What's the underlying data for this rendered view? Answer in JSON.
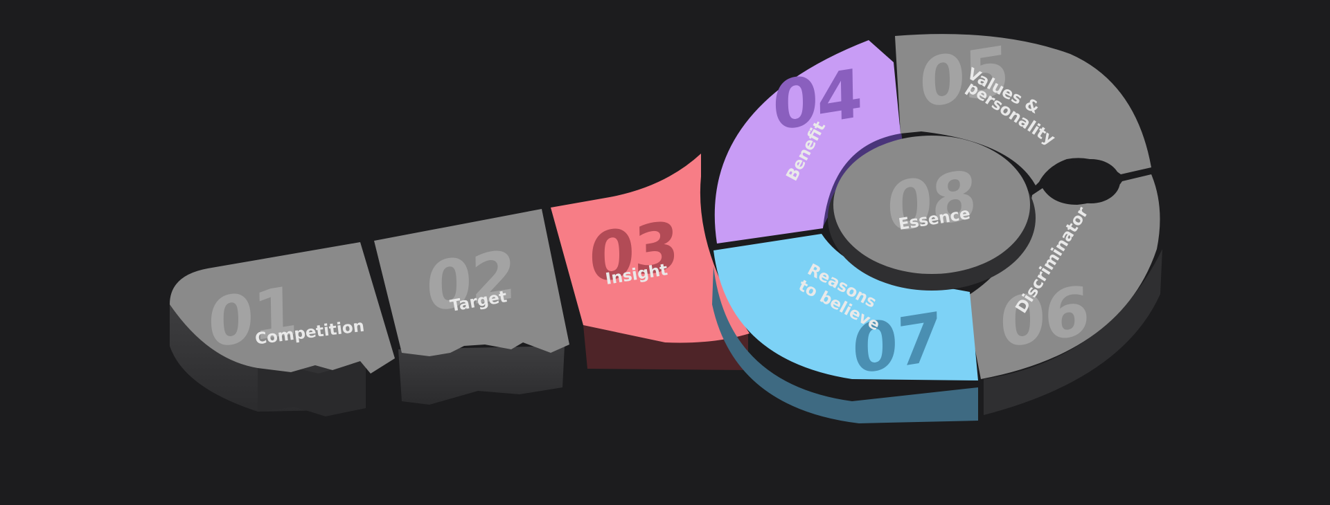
{
  "diagram": {
    "segments": [
      {
        "id": "competition",
        "number": "01",
        "label": "Competition",
        "color": "#8a8a8a"
      },
      {
        "id": "target",
        "number": "02",
        "label": "Target",
        "color": "#8a8a8a"
      },
      {
        "id": "insight",
        "number": "03",
        "label": "Insight",
        "color": "#f77d86"
      },
      {
        "id": "benefit",
        "number": "04",
        "label": "Benefit",
        "color": "#c89cf5"
      },
      {
        "id": "values",
        "number": "05",
        "label_lines": [
          "Values &",
          "personality"
        ],
        "color": "#8a8a8a"
      },
      {
        "id": "discriminator",
        "number": "06",
        "label": "Discriminator",
        "color": "#8a8a8a"
      },
      {
        "id": "reasons",
        "number": "07",
        "label_lines": [
          "Reasons",
          "to believe"
        ],
        "color": "#7dd2f6"
      },
      {
        "id": "essence",
        "number": "08",
        "label": "Essence",
        "color": "#8a8a8a"
      }
    ]
  }
}
